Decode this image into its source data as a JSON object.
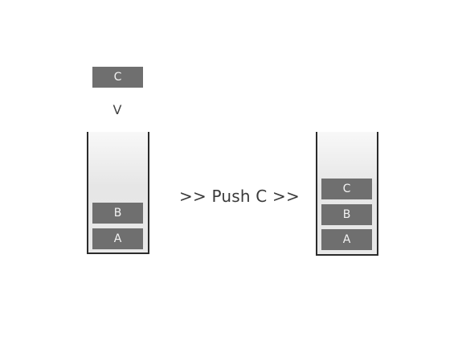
{
  "incoming": {
    "element": "C",
    "arrow": "V"
  },
  "operation": {
    "label": ">> Push C >>"
  },
  "stack_before": {
    "elements": [
      "B",
      "A"
    ]
  },
  "stack_after": {
    "elements": [
      "C",
      "B",
      "A"
    ]
  },
  "colors": {
    "block_fill": "#6f6f6f",
    "block_text": "#f4f4f4",
    "container_border": "#2b2b2b"
  }
}
